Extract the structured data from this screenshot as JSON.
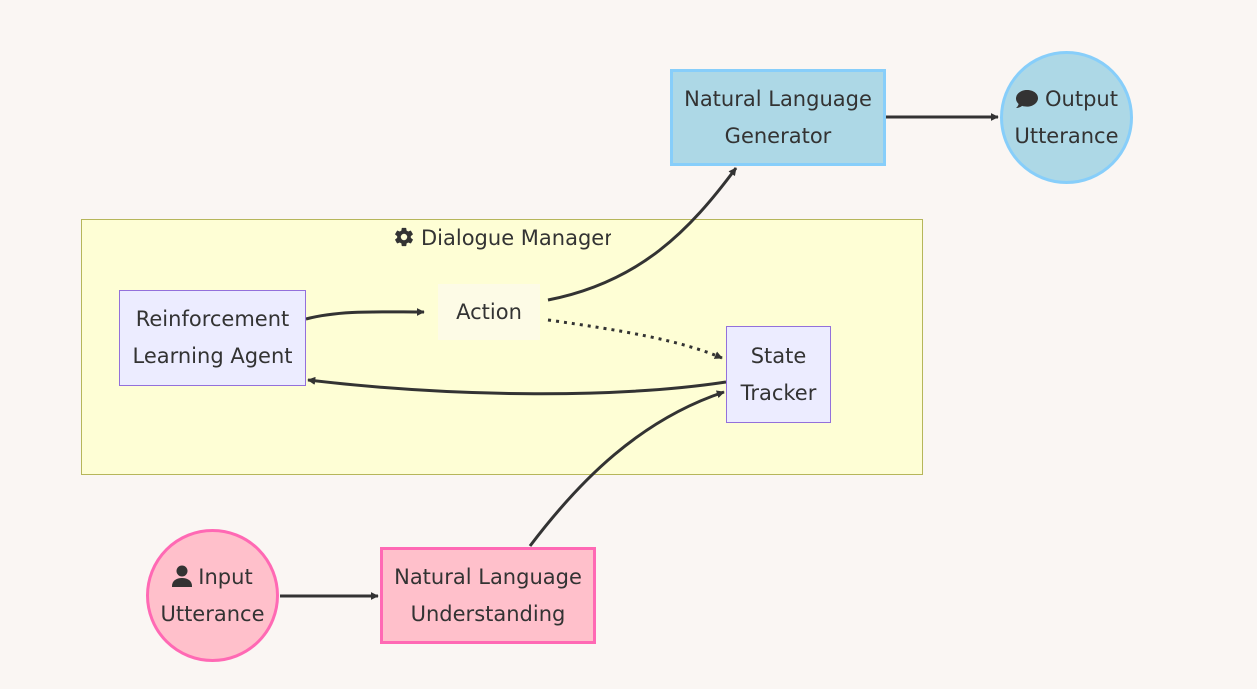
{
  "diagram": {
    "subgraph": {
      "title": "Dialogue Manager",
      "icon": "gear-icon"
    },
    "nodes": {
      "input": {
        "icon": "user-icon",
        "line1": "Input",
        "line2": "Utterance"
      },
      "nlu": {
        "line1": "Natural Language",
        "line2": "Understanding"
      },
      "state_tracker": {
        "line1": "State",
        "line2": "Tracker"
      },
      "rl_agent": {
        "line1": "Reinforcement",
        "line2": "Learning Agent"
      },
      "action": {
        "label": "Action"
      },
      "nlg": {
        "line1": "Natural Language",
        "line2": "Generator"
      },
      "output": {
        "icon": "comment-icon",
        "line1": "Output",
        "line2": "Utterance"
      }
    },
    "edges": [
      {
        "from": "input",
        "to": "nlu",
        "style": "solid"
      },
      {
        "from": "nlu",
        "to": "state_tracker",
        "style": "solid"
      },
      {
        "from": "state_tracker",
        "to": "rl_agent",
        "style": "solid"
      },
      {
        "from": "rl_agent",
        "to": "action",
        "style": "solid"
      },
      {
        "from": "action",
        "to": "state_tracker",
        "style": "dotted"
      },
      {
        "from": "action",
        "to": "nlg",
        "style": "solid"
      },
      {
        "from": "nlg",
        "to": "output",
        "style": "solid"
      }
    ],
    "colors": {
      "edge": "#333333",
      "subgraph_fill": "#fefed5",
      "blue_fill": "#add8e6",
      "pink_fill": "#ffc0cb",
      "lavender_fill": "#ececff"
    }
  }
}
